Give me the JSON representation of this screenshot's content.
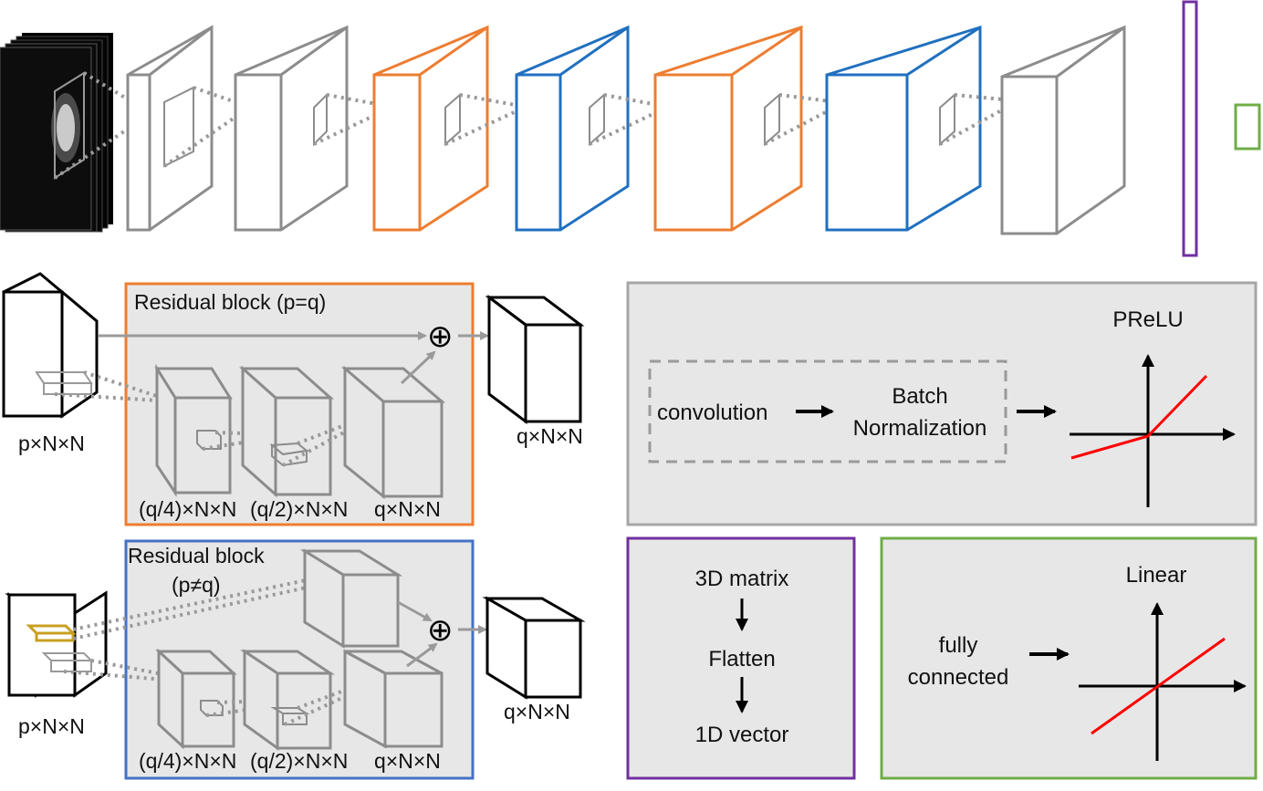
{
  "top_row": {
    "colors": {
      "gray": "#8c8c8c",
      "orange": "#ed7d31",
      "blue": "#2070c0",
      "purple": "#7030a0",
      "green": "#70ad47"
    }
  },
  "residual_same": {
    "title": "Residual block (p=q)",
    "input_label": "p×N×N",
    "output_label": "q×N×N",
    "inner_labels": [
      "(q/4)×N×N",
      "(q/2)×N×N",
      "q×N×N"
    ],
    "border_color": "#ed7d31"
  },
  "residual_diff": {
    "title_line1": "Residual block",
    "title_line2": "(p≠q)",
    "input_label": "p×N×N",
    "output_label": "q×N×N",
    "inner_labels": [
      "(q/4)×N×N",
      "(q/2)×N×N",
      "q×N×N"
    ],
    "border_color": "#4472c4"
  },
  "conv_panel": {
    "step1": "convolution",
    "step2_line1": "Batch",
    "step2_line2": "Normalization",
    "activation": "PReLU",
    "border_color": "#a6a6a6",
    "curve_color": "#ff0000"
  },
  "flatten_panel": {
    "line1": "3D matrix",
    "line2": "Flatten",
    "line3": "1D vector",
    "border_color": "#7030a0"
  },
  "fc_panel": {
    "step": "fully",
    "step_line2": "connected",
    "activation": "Linear",
    "border_color": "#70ad47",
    "curve_color": "#ff0000"
  },
  "symbols": {
    "plus": "⊕"
  }
}
